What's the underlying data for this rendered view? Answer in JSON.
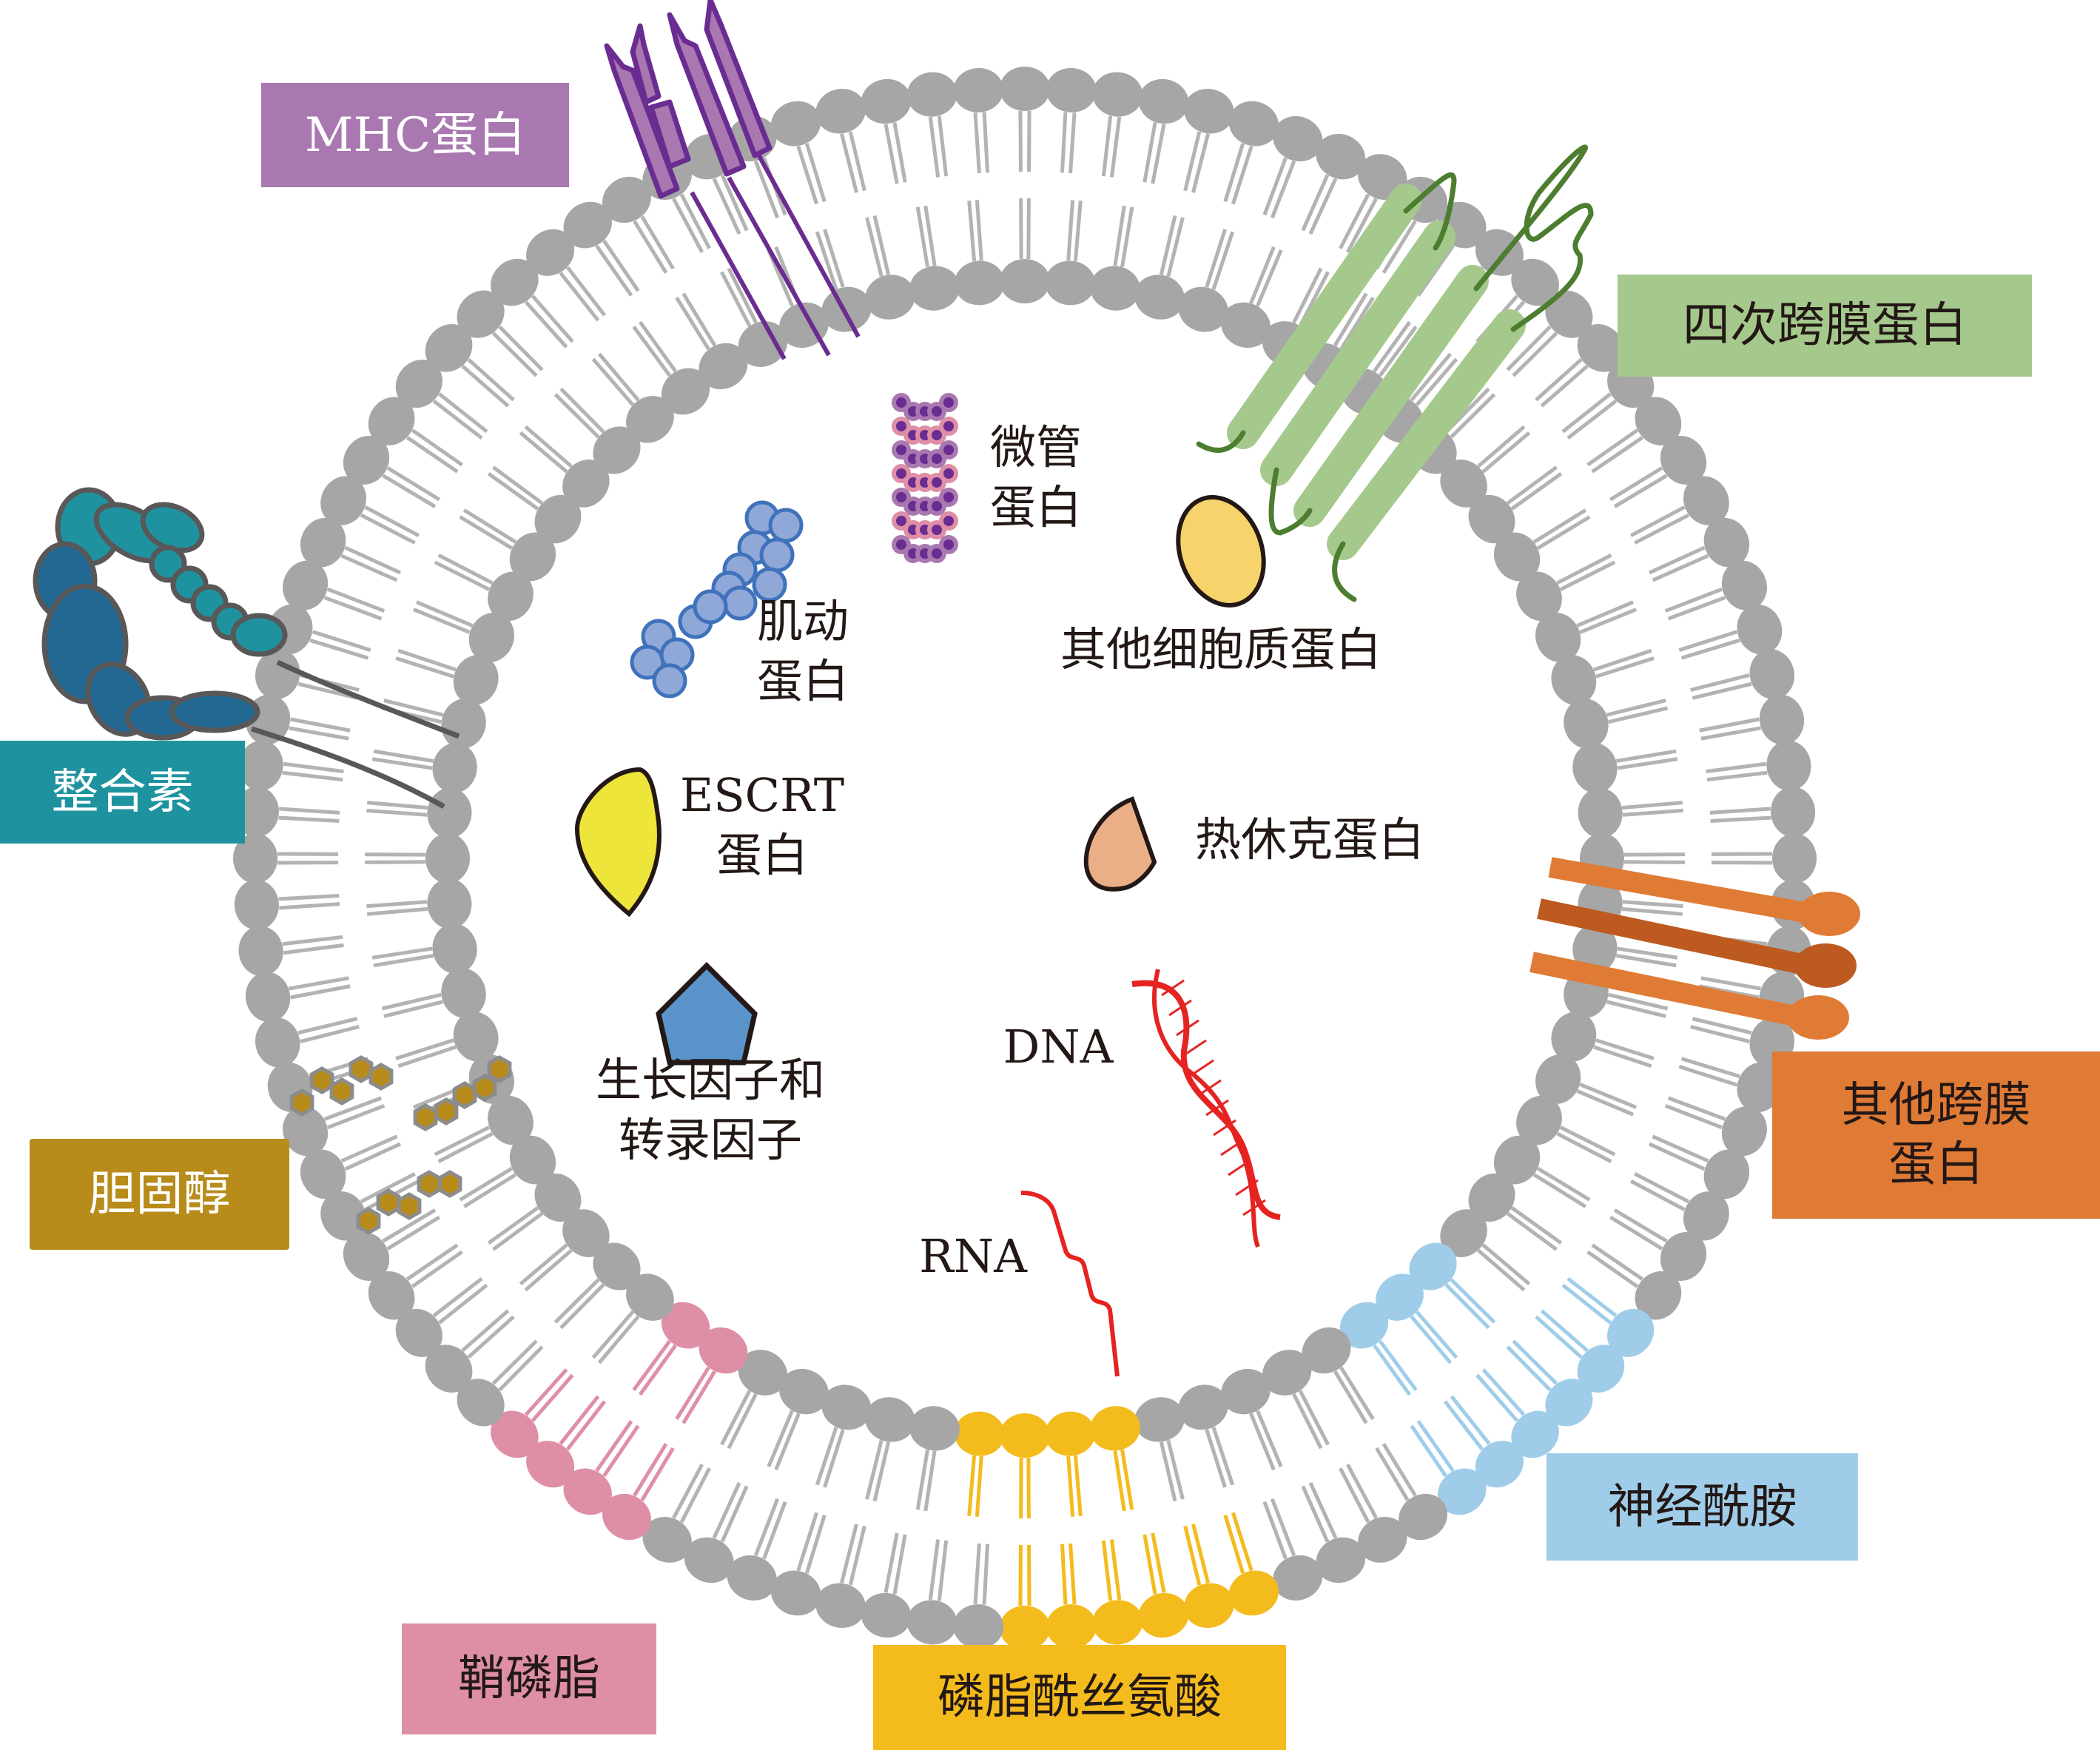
{
  "diagram": {
    "title": "Exosome composition",
    "membrane_labels": {
      "mhc": {
        "text": "MHC蛋白",
        "color": "#a978b0",
        "text_color": "#ffffff"
      },
      "tetraspanin": {
        "text": "四次跨膜蛋白",
        "color": "#a5c98c",
        "text_color": "#231815"
      },
      "integrin": {
        "text": "整合素",
        "color": "#1e939f",
        "text_color": "#ffffff"
      },
      "other_transmembrane": {
        "line1": "其他跨膜",
        "line2": "蛋白",
        "color": "#e07b36",
        "text_color": "#231815"
      },
      "cholesterol": {
        "text": "胆固醇",
        "color": "#b88c1a",
        "text_color": "#ffffff"
      },
      "ceramide": {
        "text": "神经酰胺",
        "color": "#9fcde9",
        "text_color": "#231815"
      },
      "sphingomyelin": {
        "text": "鞘磷脂",
        "color": "#de8fa6",
        "text_color": "#231815"
      },
      "phosphatidylserine": {
        "text": "磷脂酰丝氨酸",
        "color": "#f4bb1d",
        "text_color": "#231815"
      }
    },
    "cargo_labels": {
      "tubulin": {
        "line1": "微管",
        "line2": "蛋白"
      },
      "actin": {
        "line1": "肌动",
        "line2": "蛋白"
      },
      "other_cytoplasmic": {
        "text": "其他细胞质蛋白"
      },
      "escrt": {
        "line1": "ESCRT",
        "line2": "蛋白"
      },
      "heat_shock": {
        "text": "热休克蛋白"
      },
      "growth_factors": {
        "line1": "生长因子和",
        "line2": "转录因子"
      },
      "dna": {
        "text": "DNA"
      },
      "rna": {
        "text": "RNA"
      }
    },
    "colors": {
      "lipid_head": "#a6a6a6",
      "lipid_tail": "#b3b3b3",
      "tubulin_outer": "#a978b0",
      "tubulin_pink": "#de8fa6",
      "tubulin_core": "#6a2c91",
      "actin_fill": "#8fa8d8",
      "actin_stroke": "#3f72bb",
      "other_cyto_fill": "#f7d36b",
      "escrt_fill": "#ede53a",
      "hsp_fill": "#ebaf88",
      "gf_fill": "#5a93c9",
      "nucleic_acid": "#e52421",
      "integrin_light": "#1e939f",
      "integrin_dark": "#226893",
      "integrin_stroke": "#595757",
      "tetraspanin_helix": "#a5c98c",
      "tetraspanin_loop": "#4d7e2f",
      "mhc_fill": "#a978b0",
      "mhc_stroke": "#6a2c91",
      "tm_orange": "#e07b36",
      "tm_dark_orange": "#bd5a20",
      "ceramide_head": "#9fcde9",
      "sm_head": "#de8fa6",
      "ps_head": "#f4bb1d",
      "cholesterol_fill": "#b88c1a",
      "cholesterol_stroke": "#8c8c8c"
    }
  }
}
